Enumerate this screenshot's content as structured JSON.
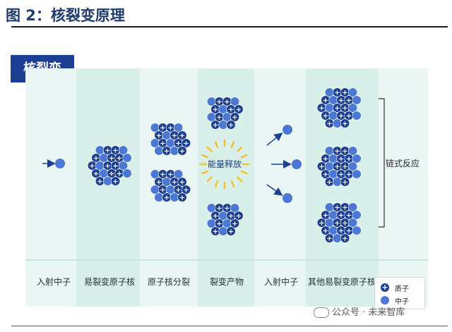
{
  "figure_title": "图 2：核裂变原理",
  "section_tag": "核裂变",
  "captions": {
    "incident_neutron_1": "入射中子",
    "fissile_nucleus": "易裂变原子核",
    "nucleus_splitting": "原子核分裂",
    "fission_products": "裂变产物",
    "incident_neutron_2": "入射中子",
    "other_fissile_nuclei": "其他易裂变原子核"
  },
  "energy_label": "能量释放",
  "chain_reaction_label": "链式反应",
  "legend": {
    "proton": "质子",
    "neutron": "中子"
  },
  "watermark": "公众号 · 未来智库",
  "colors": {
    "title": "#1f3c6e",
    "tag_bg": "#1c3f93",
    "panel_dark": "#d9efea",
    "panel_light": "#eaf7f4",
    "proton": "#1c3f93",
    "neutron": "#4a78d4",
    "energy": "#f2c230"
  },
  "icons": [
    "arrow-right-icon",
    "bracket-icon",
    "wechat-icon",
    "sunburst-icon"
  ]
}
